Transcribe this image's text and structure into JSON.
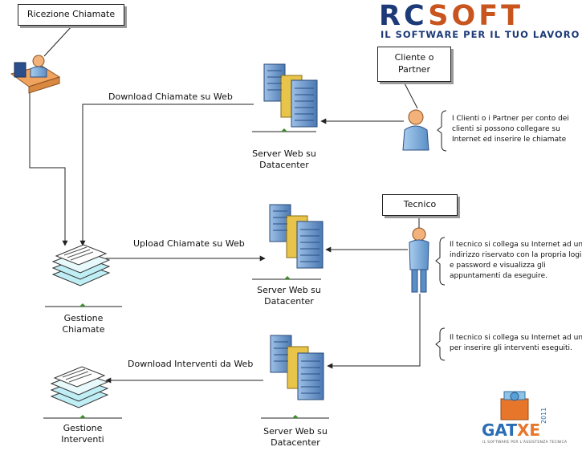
{
  "nodes": {
    "ricezione": "Ricezione Chiamate",
    "cliente": [
      "Cliente o",
      "Partner"
    ],
    "tecnico": "Tecnico",
    "server1": [
      "Server Web su",
      "Datacenter"
    ],
    "server2": [
      "Server Web su",
      "Datacenter"
    ],
    "server3": [
      "Server Web su",
      "Datacenter"
    ],
    "gestione_chiamate": [
      "Gestione",
      "Chiamate"
    ],
    "gestione_interventi": [
      "Gestione",
      "Interventi"
    ]
  },
  "edges": {
    "download_chiamate": "Download Chiamate su Web",
    "upload_chiamate": "Upload Chiamate su Web",
    "download_interventi": "Download Interventi da Web"
  },
  "notes": {
    "cliente": [
      "I Clienti o i Partner per conto dei",
      "clienti si possono collegare su",
      "Internet ed inserire le chiamate"
    ],
    "tecnico1": [
      "Il tecnico si collega su Internet ad un",
      "indirizzo riservato con la propria login",
      "e password e visualizza gli",
      "appuntamenti da eseguire."
    ],
    "tecnico2": [
      "Il tecnico si collega su Internet ad un",
      "per inserire gli interventi eseguiti."
    ]
  },
  "logos": {
    "rcsoft_left": "RC",
    "rcsoft_right": "SOFT",
    "rcsoft_tagline": "IL SOFTWARE PER IL TUO LAVORO",
    "gat_a": "GAT",
    "gat_b": "XE",
    "gat_year": "2011",
    "gat_tagline": "IL SOFTWARE PER L'ASSISTENZA TECNICA"
  },
  "colors": {
    "line": "#222222",
    "server_blue": "#5f8ec4",
    "server_gold": "#e8c44a",
    "doc_cyan": "#bfeef5",
    "person_blue": "#7fb2de",
    "person_orange": "#f2b27a",
    "rcsoft_orange": "#c8541e",
    "rcsoft_blue": "#1d3a78"
  }
}
